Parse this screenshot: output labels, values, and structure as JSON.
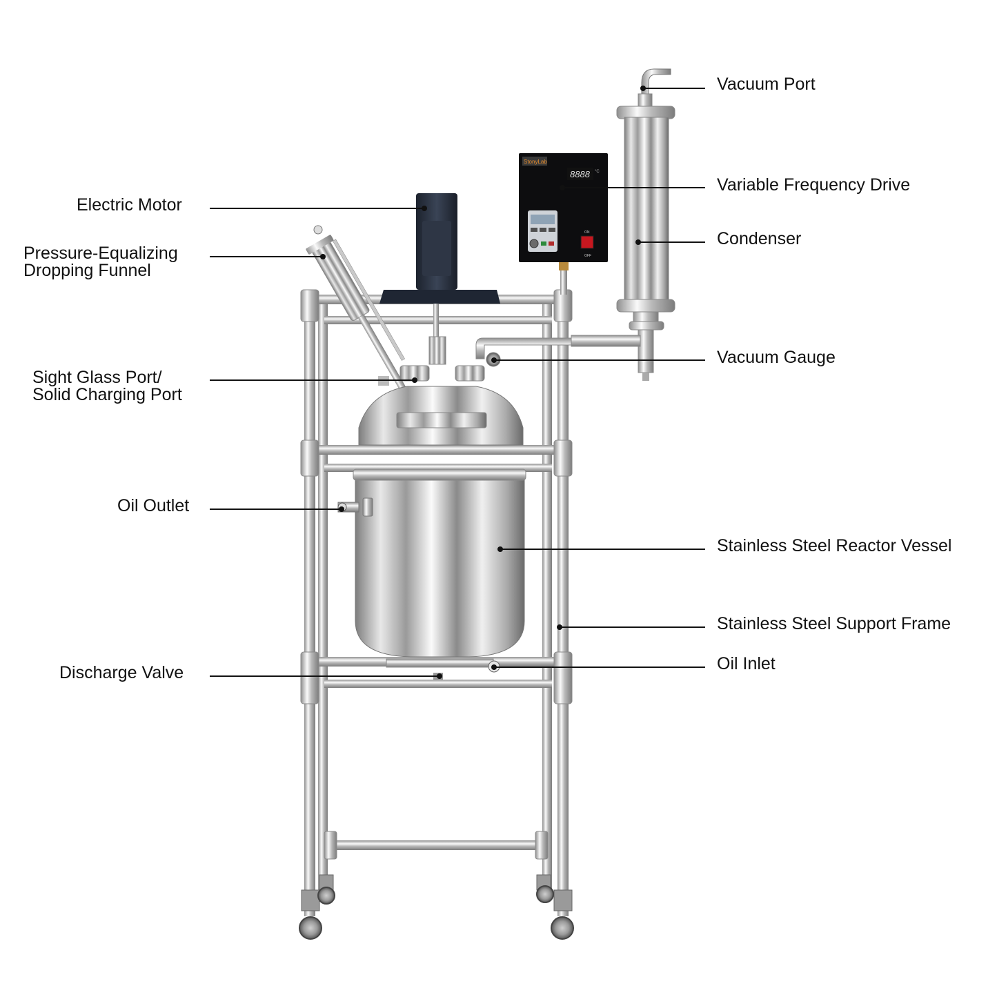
{
  "device": {
    "brand": "StonyLab",
    "display_readout": "8888",
    "display_unit": "°C",
    "switch_on": "ON",
    "switch_off": "OFF"
  },
  "labels": {
    "vacuum_port": "Vacuum Port",
    "variable_frequency_drive": "Variable Frequency Drive",
    "condenser": "Condenser",
    "vacuum_gauge": "Vacuum Gauge",
    "electric_motor": "Electric Motor",
    "dropping_funnel_line1": "Pressure-Equalizing",
    "dropping_funnel_line2": "Dropping Funnel",
    "sight_glass_line1": "Sight Glass Port/",
    "sight_glass_line2": "Solid Charging Port",
    "oil_outlet": "Oil Outlet",
    "reactor_vessel": "Stainless Steel Reactor Vessel",
    "support_frame": "Stainless Steel Support Frame",
    "oil_inlet": "Oil Inlet",
    "discharge_valve": "Discharge Valve"
  },
  "colors": {
    "steel_light": "#f4f4f4",
    "steel_dark": "#7a7a7a",
    "motor": "#2a3140",
    "panel": "#0d0d0f",
    "leader_line": "#111111"
  }
}
